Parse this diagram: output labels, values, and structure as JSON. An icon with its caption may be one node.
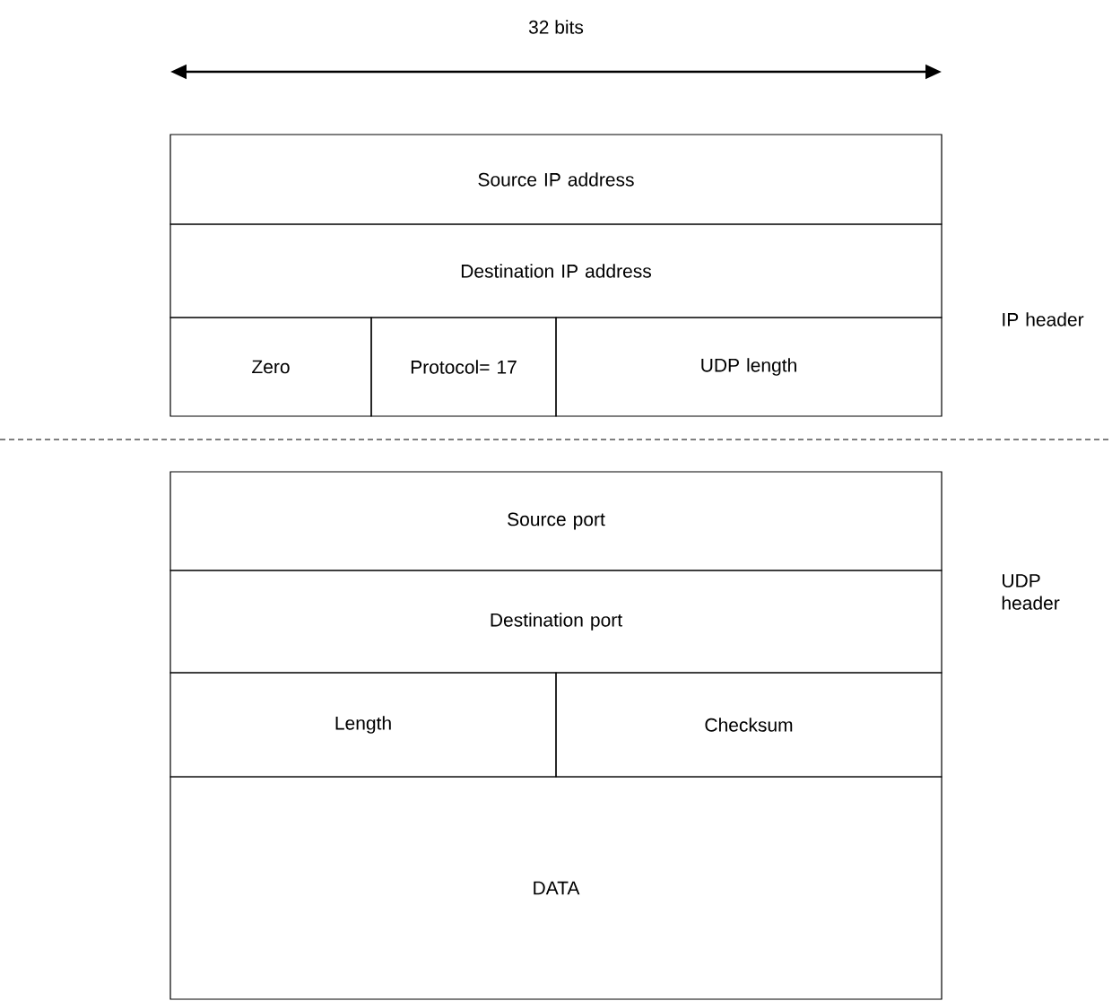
{
  "diagram": {
    "nodes": [
      {
        "text": [
          "Source IP address"
        ]
      },
      {
        "text": [
          "Destination IP address"
        ]
      },
      {
        "text": [
          "Zero"
        ]
      },
      {
        "text": [
          "Protocol= 17"
        ]
      },
      {
        "text": [
          "UDP length"
        ]
      },
      {
        "text": [
          "Source port"
        ]
      },
      {
        "text": [
          "Destination port"
        ]
      },
      {
        "text": [
          "Length"
        ]
      },
      {
        "text": [
          "Checksum"
        ]
      },
      {
        "text": [
          "DATA"
        ]
      }
    ],
    "labels": [
      "32 bits",
      "IP header",
      "UDP header"
    ]
  }
}
